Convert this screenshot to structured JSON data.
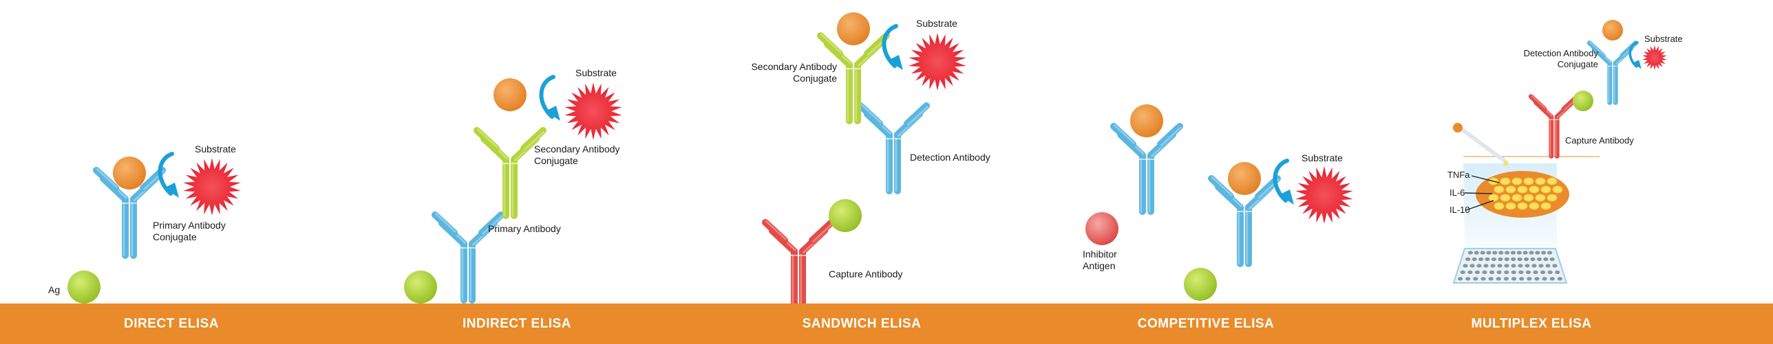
{
  "panels": [
    {
      "id": "direct",
      "title": "DIRECT ELISA",
      "labels": {
        "substrate": "Substrate",
        "conjugate": "Primary Antibody\nConjugate",
        "antigen": "Ag"
      }
    },
    {
      "id": "indirect",
      "title": "INDIRECT ELISA",
      "labels": {
        "substrate": "Substrate",
        "secondary": "Secondary Antibody\nConjugate",
        "primary": "Primary Antibody"
      }
    },
    {
      "id": "sandwich",
      "title": "SANDWICH ELISA",
      "labels": {
        "substrate": "Substrate",
        "secondary": "Secondary Antibody\nConjugate",
        "detection": "Detection Antibody",
        "capture": "Capture Antibody"
      }
    },
    {
      "id": "competitive",
      "title": "COMPETITIVE ELISA",
      "labels": {
        "substrate": "Substrate",
        "inhibitor": "Inhibitor\nAntigen"
      }
    },
    {
      "id": "multiplex",
      "title": "MULTIPLEX ELISA",
      "labels": {
        "substrate": "Substrate",
        "detection": "Detection Antibody\nConjugate",
        "capture": "Capture Antibody",
        "analyte1": "TNFa",
        "analyte2": "IL-6",
        "analyte3": "IL-10"
      }
    }
  ],
  "colors": {
    "band": "#e98b2a",
    "antibody_blue": "#5bb6e0",
    "antibody_green": "#b4d43c",
    "antibody_red": "#e34b47",
    "enzyme_orange": "#e98b2a",
    "antigen_green": "#a6cc32",
    "substrate_red": "#e8323c",
    "arrow_blue": "#1ba0d8"
  }
}
